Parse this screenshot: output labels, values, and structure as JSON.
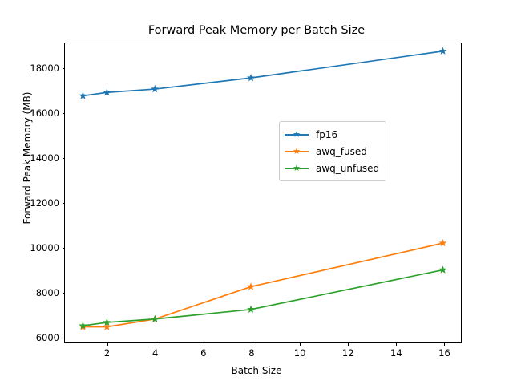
{
  "chart_data": {
    "type": "line",
    "title": "Forward Peak Memory per Batch Size",
    "xlabel": "Batch Size",
    "ylabel": "Forward Peak Memory (MB)",
    "x": [
      1,
      2,
      4,
      8,
      16
    ],
    "xlim": [
      0.25,
      16.75
    ],
    "ylim": [
      5700,
      19100
    ],
    "xticks": [
      2,
      4,
      6,
      8,
      10,
      12,
      14,
      16
    ],
    "yticks": [
      6000,
      8000,
      10000,
      12000,
      14000,
      16000,
      18000
    ],
    "grid": false,
    "legend_position": "center right",
    "marker": "star",
    "series": [
      {
        "name": "fp16",
        "color": "#1f77b4",
        "values": [
          16750,
          16900,
          17050,
          17550,
          18750
        ]
      },
      {
        "name": "awq_fused",
        "color": "#ff7f0e",
        "values": [
          6400,
          6400,
          6750,
          8200,
          10150
        ]
      },
      {
        "name": "awq_unfused",
        "color": "#2ca02c",
        "values": [
          6450,
          6600,
          6750,
          7180,
          8950
        ]
      }
    ]
  }
}
